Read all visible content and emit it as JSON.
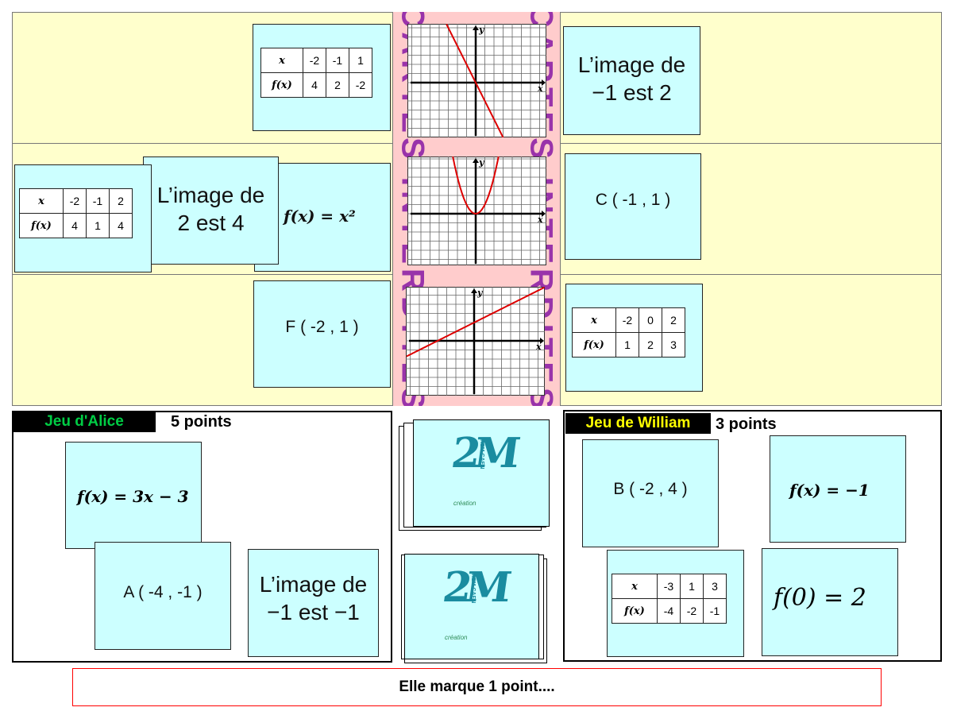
{
  "board": {
    "center_strip_text": "CARTES INTERDITES",
    "rows": [
      {
        "left_card": {
          "type": "table",
          "x_label": "x",
          "fx_label": "f(x)",
          "x": [
            "-2",
            "-1",
            "1"
          ],
          "fx": [
            "4",
            "2",
            "-2"
          ]
        },
        "graph": "decreasing line",
        "right_card": {
          "type": "text",
          "line1": "L’image de",
          "line2": "−1  est 2"
        }
      },
      {
        "left_cards": [
          {
            "type": "table",
            "x_label": "x",
            "fx_label": "f(x)",
            "x": [
              "-2",
              "-1",
              "2"
            ],
            "fx": [
              "4",
              "1",
              "4"
            ]
          },
          {
            "type": "text",
            "line1": "L’image de",
            "line2": "2 est 4"
          },
          {
            "type": "formula",
            "text": "f(x) = x²"
          }
        ],
        "graph": "parabola",
        "right_card": {
          "type": "point",
          "text": "C ( -1 , 1 )"
        }
      },
      {
        "left_card": {
          "type": "point",
          "text": "F ( -2 , 1 )"
        },
        "graph": "increasing line",
        "right_card": {
          "type": "table",
          "x_label": "x",
          "fx_label": "f(x)",
          "x": [
            "-2",
            "0",
            "2"
          ],
          "fx": [
            "1",
            "2",
            "3"
          ]
        }
      }
    ]
  },
  "graph_labels": {
    "x_axis": "x",
    "y_axis": "y"
  },
  "alice": {
    "title": "Jeu d'Alice",
    "score": "5 points",
    "title_color": "#00cc44",
    "cards": [
      {
        "type": "formula",
        "text": "f(x) = 3x − 3"
      },
      {
        "type": "point",
        "text": "A ( -4 , -1 )"
      },
      {
        "type": "text",
        "line1": "L’image de",
        "line2": "−1  est −1"
      }
    ]
  },
  "william": {
    "title": "Jeu de William",
    "score": "3 points",
    "title_color": "#ffff00",
    "cards": [
      {
        "type": "point",
        "text": "B ( -2 , 4 )"
      },
      {
        "type": "formula",
        "text": "f(x) = −1"
      },
      {
        "type": "table",
        "x_label": "x",
        "fx_label": "f(x)",
        "x": [
          "-3",
          "1",
          "3"
        ],
        "fx": [
          "-4",
          "-2",
          "-1"
        ]
      },
      {
        "type": "formula",
        "text": "f(0) = 2"
      }
    ]
  },
  "deck": {
    "logo_text": "IREM CAEN",
    "logo_sub": "création",
    "logo_glyph": "2M"
  },
  "message": "Elle marque 1 point...."
}
